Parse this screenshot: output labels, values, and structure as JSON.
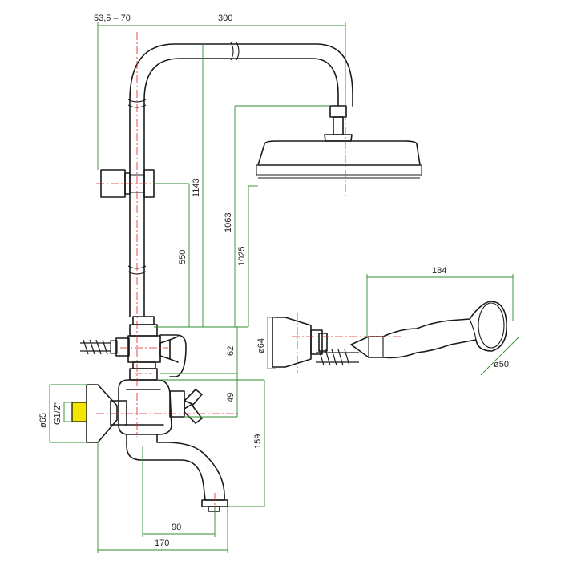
{
  "diagram": {
    "dimensions": {
      "top_offset": "53,5 – 70",
      "arm_length": "300",
      "total_height": "1143",
      "head_height": "1063",
      "head_bottom_height": "1025",
      "slider_height": "550",
      "outlet_offset": "62",
      "spindle_offset": "49",
      "spout_drop": "159",
      "spout_reach": "90",
      "total_width": "170",
      "body_diameter": "ø65",
      "inlet_thread": "G1/2\"",
      "hand_shower_length": "184",
      "holder_diameter": "ø64",
      "hand_shower_diameter": "ø50"
    }
  }
}
